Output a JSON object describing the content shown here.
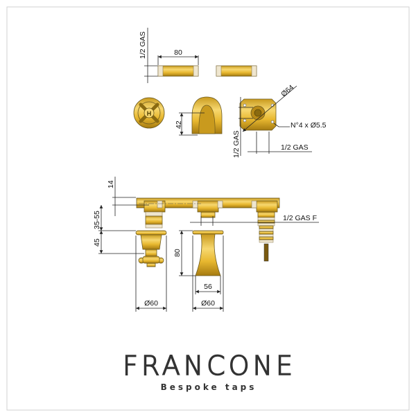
{
  "drawing": {
    "top_view": {
      "pipe_thread_label": "1/2 GAS",
      "pipe_length_label": "80"
    },
    "middle_view": {
      "spout_height_label": "42",
      "plate_diameter_label": "Ø64",
      "holes_label": "N°4 x Ø5.5",
      "plate_vertical_thread_label": "1/2 GAS",
      "plate_horizontal_thread_label": "1/2 GAS"
    },
    "side_view": {
      "top_offset_label": "14",
      "wall_depth_label": "35-55",
      "handle_height_label": "45",
      "spout_height_label": "80",
      "outlet_thread_label": "1/2 GAS F",
      "spout_base_label": "56",
      "handle_diameter_label": "Ø60",
      "spout_diameter_label": "Ø60"
    }
  },
  "brand": {
    "name": "FRANCONE",
    "tagline": "Bespoke taps"
  },
  "colors": {
    "gold": "#e8b830",
    "line": "#222222",
    "border": "#cccccc"
  }
}
